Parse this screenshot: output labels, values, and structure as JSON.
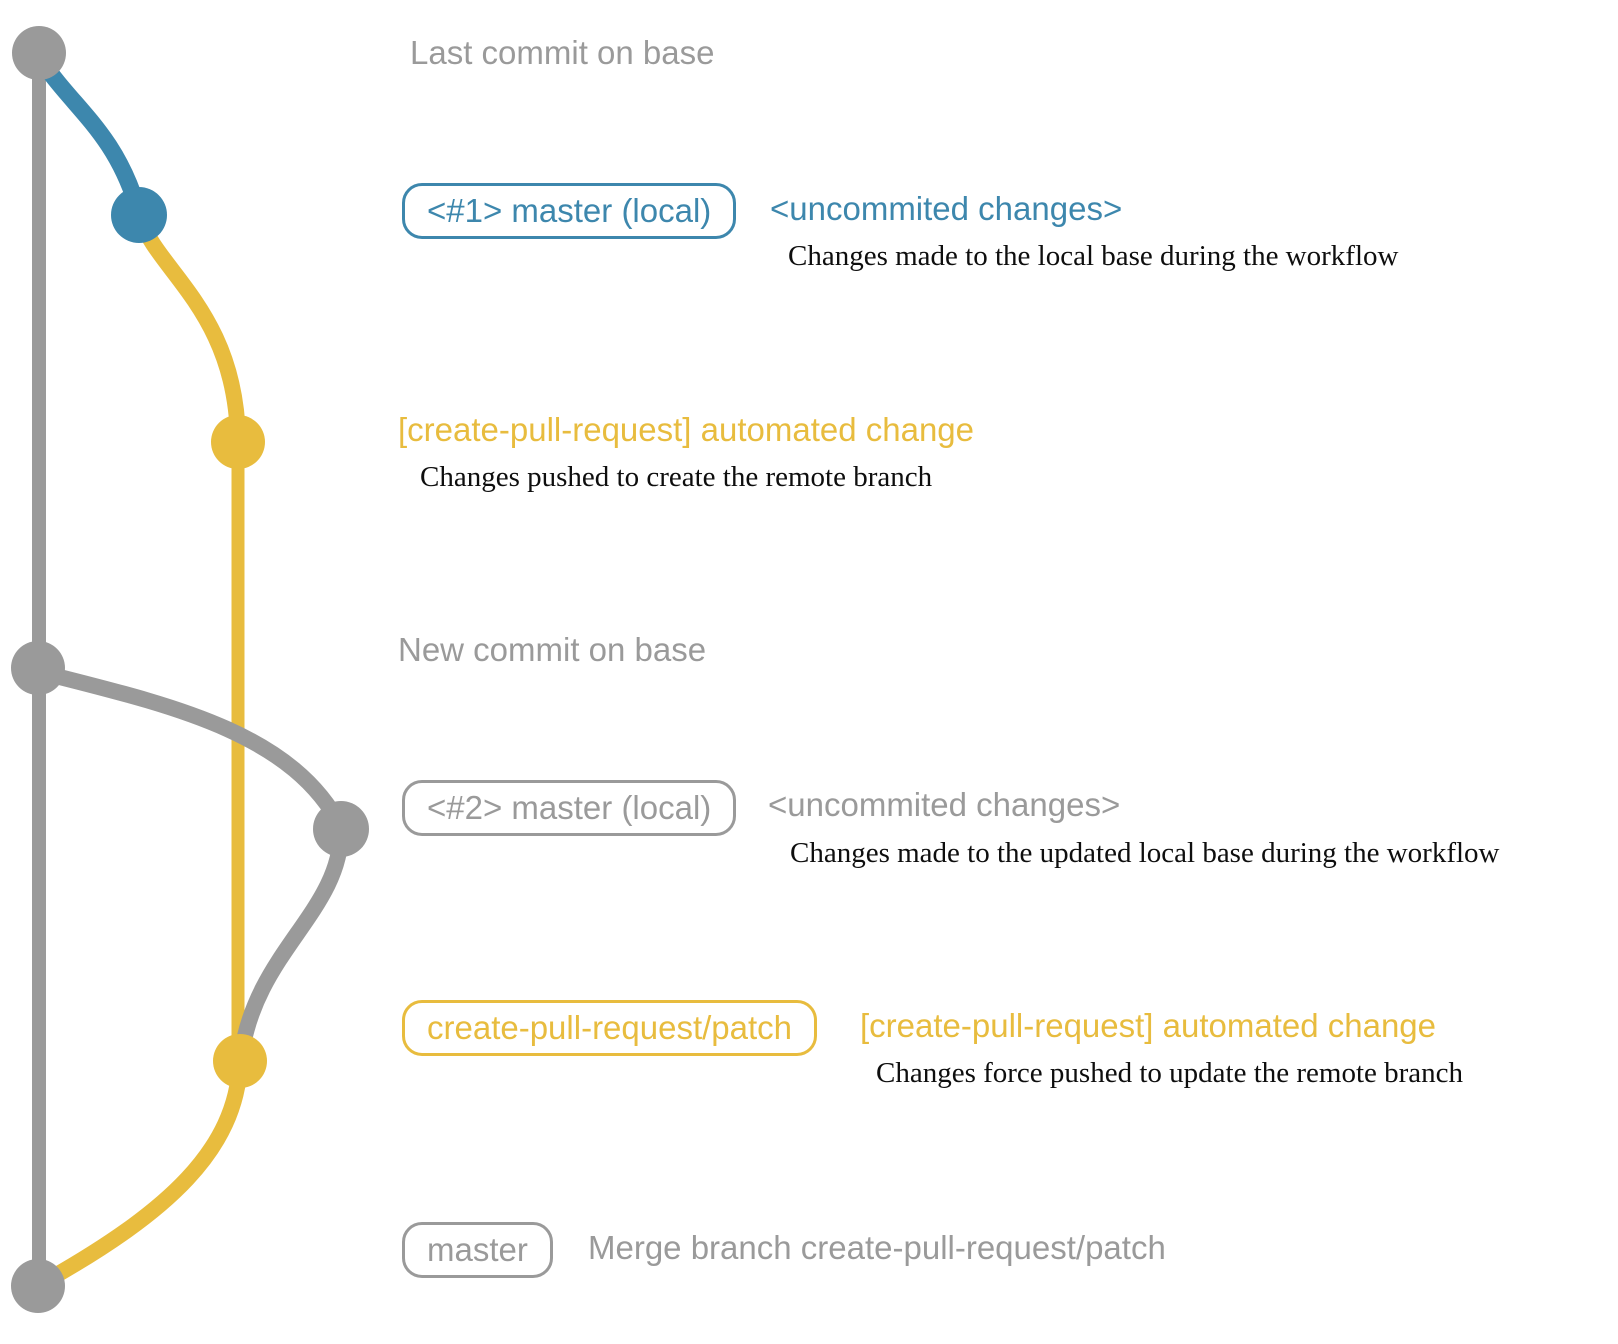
{
  "colors": {
    "gray": "#9a9a9a",
    "blue": "#3d87ad",
    "yellow": "#e8bc3e",
    "ink": "#0e0e0e"
  },
  "rows": {
    "last_commit": {
      "label": "Last commit on base"
    },
    "commit1": {
      "badge": "<#1> master (local)",
      "message": "<uncommited changes>",
      "description": "Changes made to the local base during the workflow"
    },
    "push1": {
      "message": "[create-pull-request] automated change",
      "description": "Changes pushed to create the remote branch"
    },
    "new_commit": {
      "label": "New commit on base"
    },
    "commit2": {
      "badge": "<#2> master (local)",
      "message": "<uncommited changes>",
      "description": "Changes made to the updated local base during the workflow"
    },
    "push2": {
      "badge": "create-pull-request/patch",
      "message": "[create-pull-request] automated change",
      "description": "Changes force pushed to update the remote branch"
    },
    "merge": {
      "badge": "master",
      "message": "Merge branch create-pull-request/patch"
    }
  }
}
